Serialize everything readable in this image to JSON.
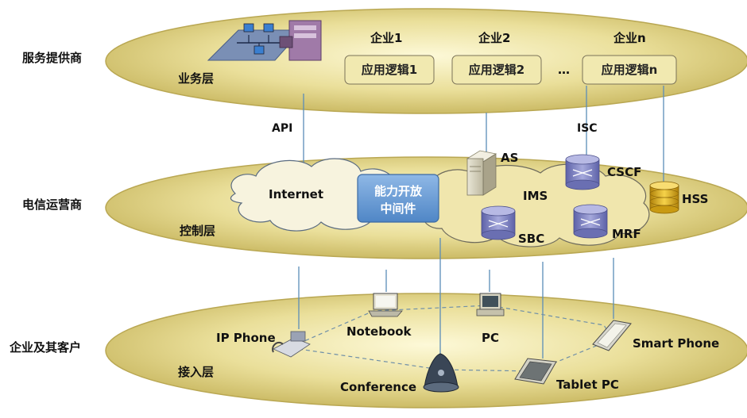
{
  "sides": {
    "provider": "服务提供商",
    "operator": "电信运营商",
    "enterprise": "企业及其客户"
  },
  "layers": {
    "service": "业务层",
    "control": "控制层",
    "access": "接入层"
  },
  "enterprises": [
    {
      "name": "企业1",
      "logic": "应用逻辑1"
    },
    {
      "name": "企业2",
      "logic": "应用逻辑2"
    },
    {
      "name": "企业n",
      "logic": "应用逻辑n"
    }
  ],
  "ellipsis": "…",
  "interfaces": {
    "api": "API",
    "isc": "ISC"
  },
  "control_nodes": {
    "internet": "Internet",
    "middleware_line1": "能力开放",
    "middleware_line2": "中间件",
    "as": "AS",
    "ims": "IMS",
    "cscf": "CSCF",
    "hss": "HSS",
    "sbc": "SBC",
    "mrf": "MRF"
  },
  "devices": {
    "ip_phone": "IP Phone",
    "notebook": "Notebook",
    "pc": "PC",
    "smart_phone": "Smart Phone",
    "conference": "Conference",
    "tablet_pc": "Tablet PC"
  },
  "colors": {
    "disk_light": "#fbf6c9",
    "disk_mid": "#e2d47e",
    "disk_dark": "#b8a44a",
    "link_line": "#5b8db8",
    "middleware": "#6b9fd8",
    "db_blue": "#7e82c4",
    "db_gold": "#e3b31e"
  }
}
